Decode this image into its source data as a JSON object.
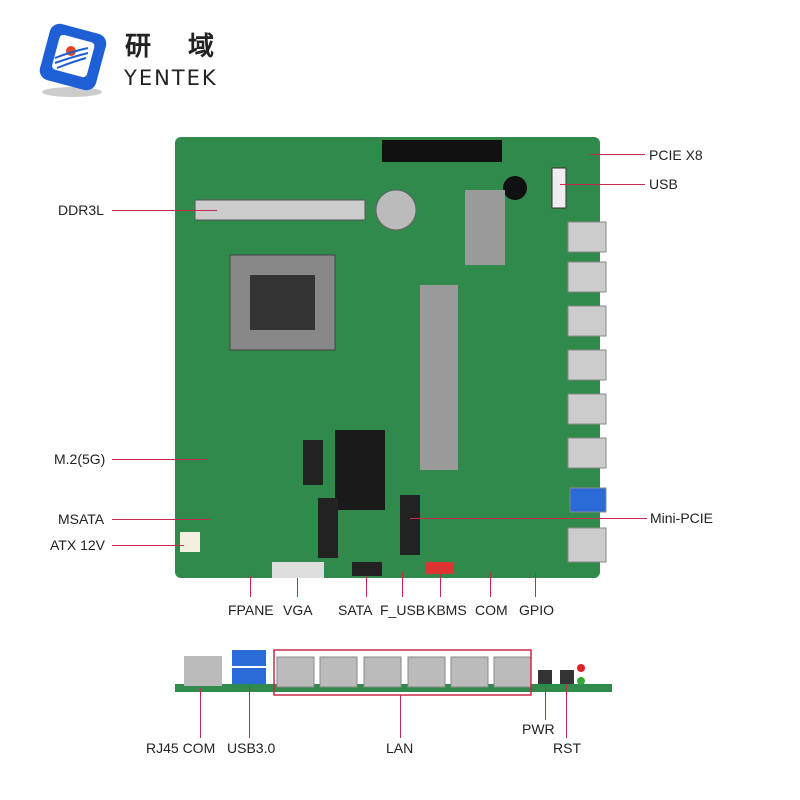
{
  "logo": {
    "chinese": "研 域",
    "english": "YENTEK",
    "brand_color": "#1f5fd6"
  },
  "board_color": "#2f8a4c",
  "leader_color": "#c8284a",
  "top_view_labels": {
    "pcie": "PCIE X8",
    "usb": "USB",
    "ddr": "DDR3L",
    "m2": "M.2(5G)",
    "msata": "MSATA",
    "atx": "ATX 12V",
    "minipcie": "Mini-PCIE",
    "fpane": "FPANE",
    "vga": "VGA",
    "sata": "SATA",
    "fusb": "F_USB",
    "kbms": "KBMS",
    "com": "COM",
    "gpio": "GPIO"
  },
  "io_view_labels": {
    "rj45com": "RJ45 COM",
    "usb3": "USB3.0",
    "lan": "LAN",
    "pwr": "PWR",
    "rst": "RST"
  }
}
